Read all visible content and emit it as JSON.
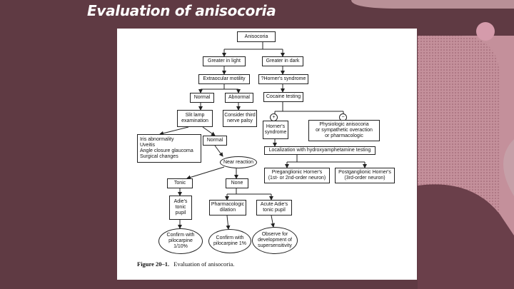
{
  "slide": {
    "title": "Evaluation of anisocoria"
  },
  "theme": {
    "background": "#5f3a43",
    "accent_pink": "#b48c93",
    "accent_rose": "#c98f9c",
    "dot_pink": "#d69aaa"
  },
  "figure": {
    "caption_label": "Figure 20–1.",
    "caption_text": "Evaluation of anisocoria.",
    "nodes": {
      "anisocoria": "Anisocoria",
      "greater_light": "Greater in light",
      "greater_dark": "Greater in dark",
      "eom": "Extraocular motility",
      "horners_q": "?Horner's syndrome",
      "normal1": "Normal",
      "abnormal": "Abnormal",
      "cocaine": "Cocaine testing",
      "slit_lamp": "Slit lamp\nexamination",
      "third_nerve": "Consider third\nnerve palsy",
      "plus": "+",
      "minus": "−",
      "horners": "Horner's\nsyndrome",
      "physiologic": "Physiologic anisocoria\nor sympathetic overaction\nor pharmacologic",
      "iris": "Iris abnormality\nUveitis\nAngle closure glaucoma\nSurgical changes",
      "normal2": "Normal",
      "hydroxy": "Localization with hydroxyamphetamine testing",
      "near_reaction": "Near reaction",
      "preganglionic": "Preganglionic Horner's\n(1st- or 2nd-order neuron)",
      "postganglionic": "Postganglionic Horner's\n(3rd-order neuron)",
      "tonic": "Tonic",
      "none": "None",
      "adies_tonic": "Adie's\ntonic\npupil",
      "pharm_dilation": "Pharmacologic\ndilation",
      "acute_adies": "Acute Adie's\ntonic pupil",
      "confirm_110": "Confirm with\npilocarpine\n1/10%",
      "confirm_1": "Confirm with\npilocarpine 1%",
      "observe": "Observe for\ndevelopment of\nsupersensitivity"
    }
  }
}
